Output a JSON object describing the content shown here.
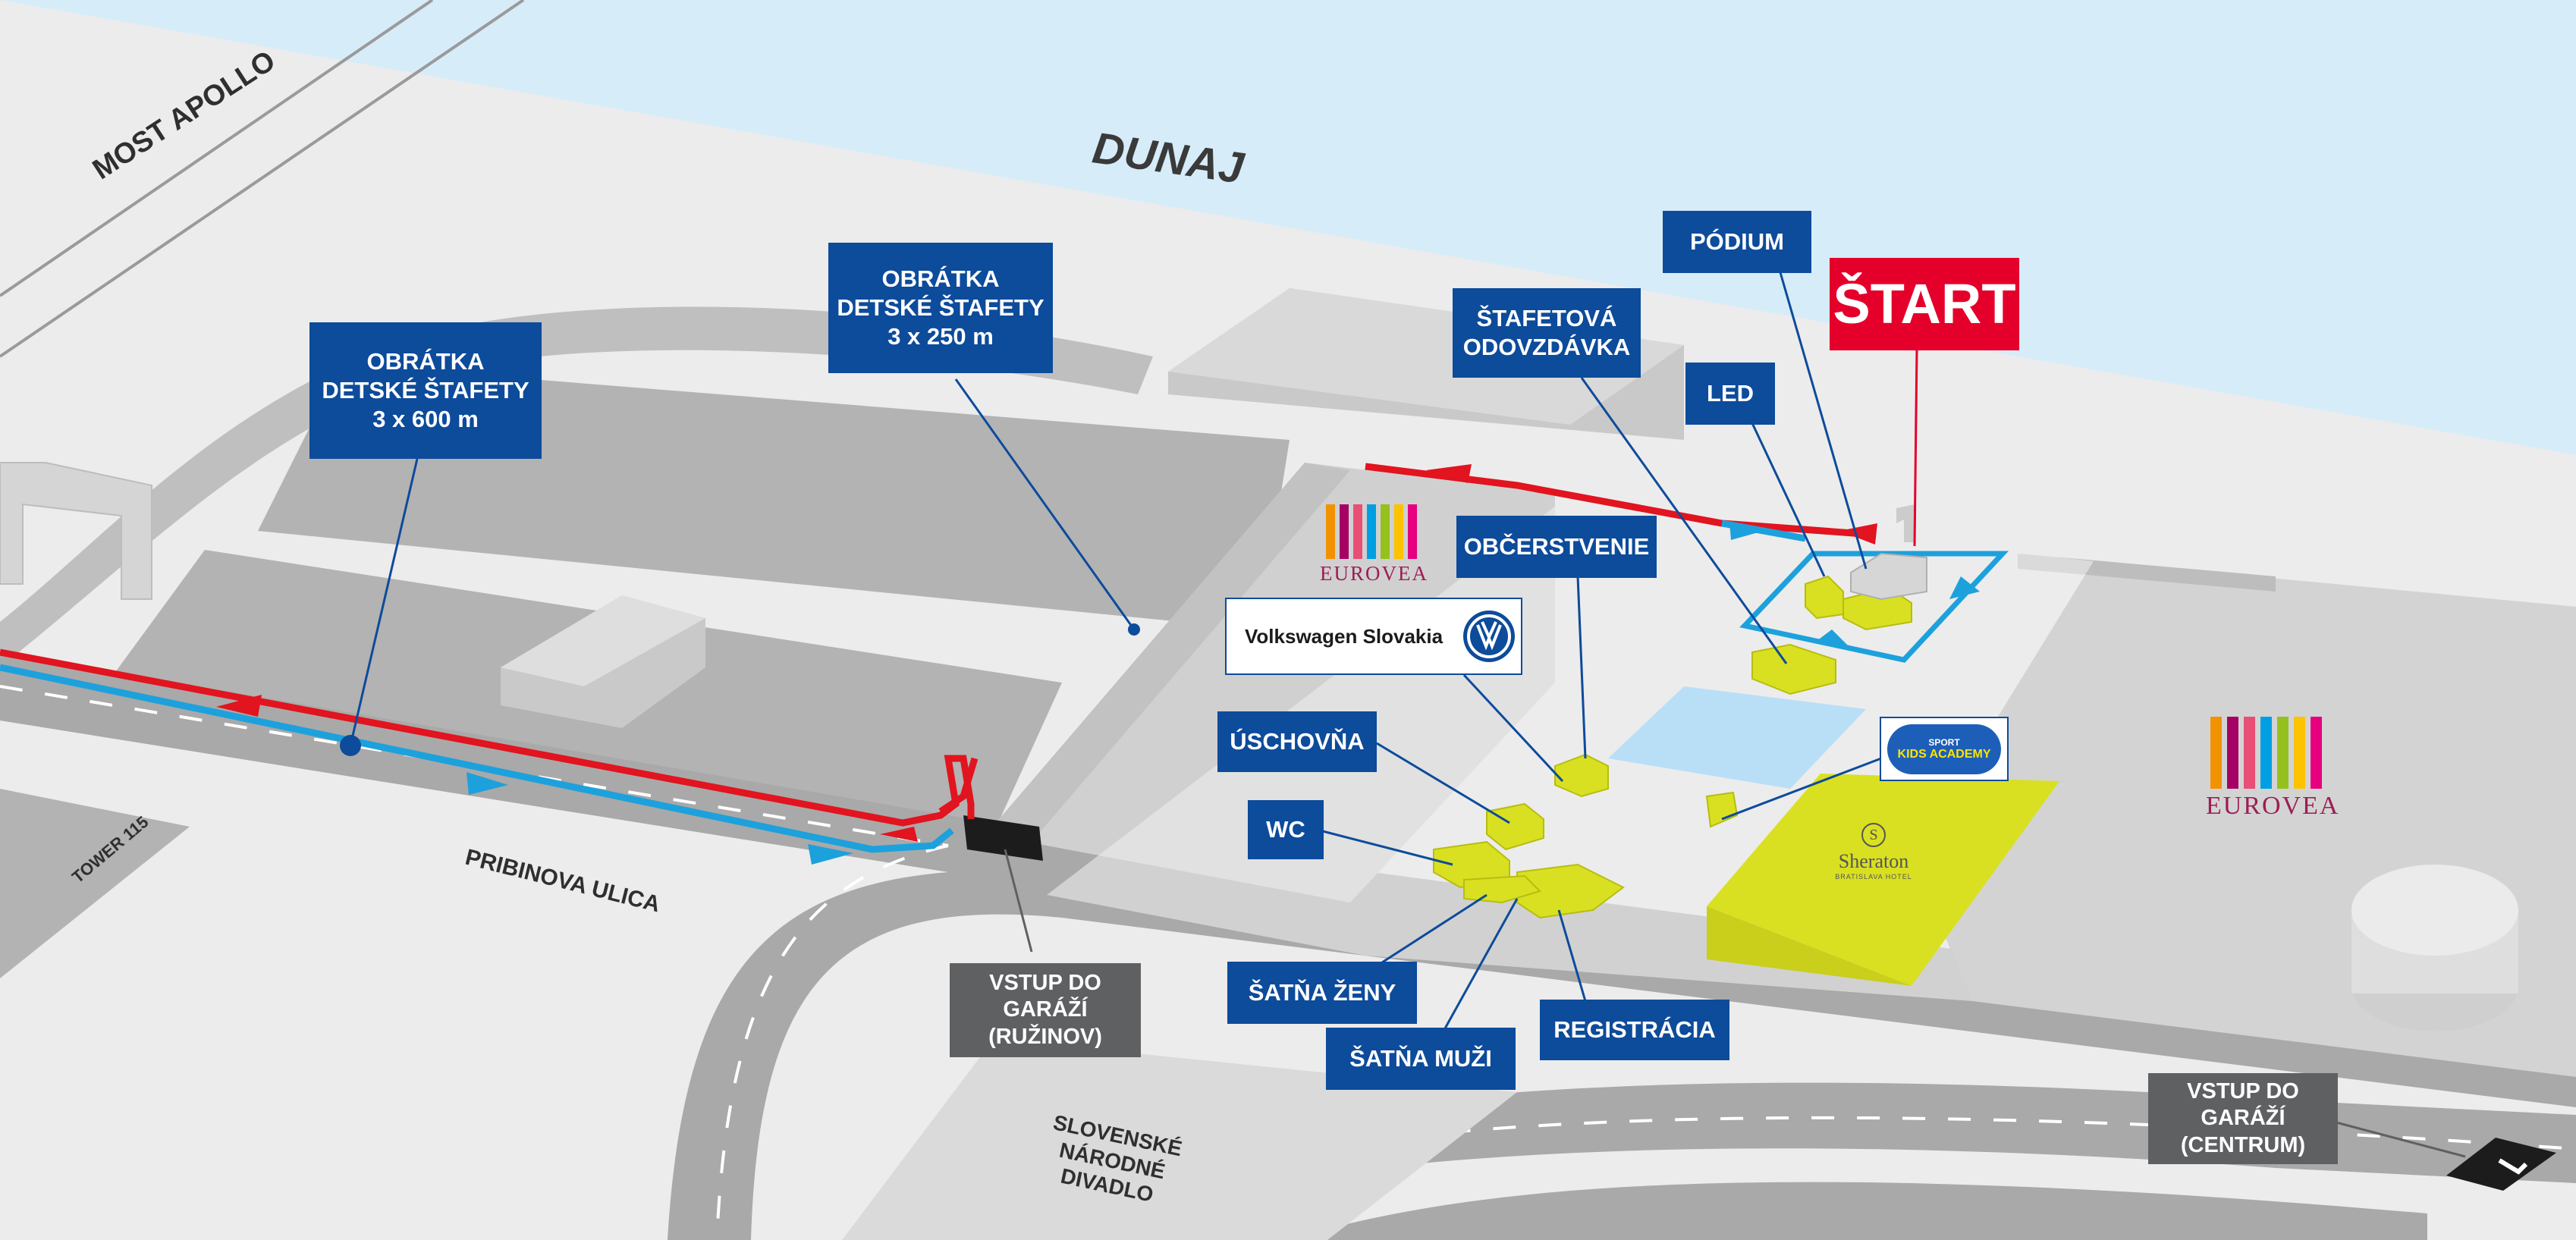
{
  "map": {
    "river": "DUNAJ",
    "bridge": "MOST APOLLO",
    "street": "PRIBINOVA ULICA",
    "tower": "TOWER 115",
    "theatre": "SLOVENSKÉ\nNÁRODNÉ\nDIVADLO"
  },
  "labels": {
    "obratka_600": "OBRÁTKA\nDETSKÉ ŠTAFETY\n3 x 600 m",
    "obratka_250": "OBRÁTKA\nDETSKÉ ŠTAFETY\n3 x 250 m",
    "stafetova": "ŠTAFETOVÁ\nODOVZDÁVKA",
    "podium": "PÓDIUM",
    "start": "ŠTART",
    "led": "LED",
    "obcerstvenie": "OBČERSTVENIE",
    "uschovna": "ÚSCHOVŇA",
    "wc": "WC",
    "satna_zeny": "ŠATŇA ŽENY",
    "satna_muzi": "ŠATŇA MUŽI",
    "registracia": "REGISTRÁCIA",
    "garaz_ruzinov": "VSTUP DO GARÁŽÍ\n(RUŽINOV)",
    "garaz_centrum": "VSTUP DO GARÁŽÍ\n(CENTRUM)"
  },
  "logos": {
    "eurovea": "EUROVEA",
    "volkswagen": "Volkswagen Slovakia",
    "sheraton": "Sheraton",
    "sheraton_sub": "BRATISLAVA HOTEL",
    "kids_academy": "KIDS ACADEMY",
    "kids_sport": "SPORT"
  },
  "colors": {
    "label_blue": "#0d4b9b",
    "label_gray": "#5f6062",
    "start_red": "#e4002b",
    "route_red": "#e1141f",
    "route_blue": "#1da1dc",
    "highlight_yellow": "#d9e021",
    "river": "#d6ecf9"
  }
}
